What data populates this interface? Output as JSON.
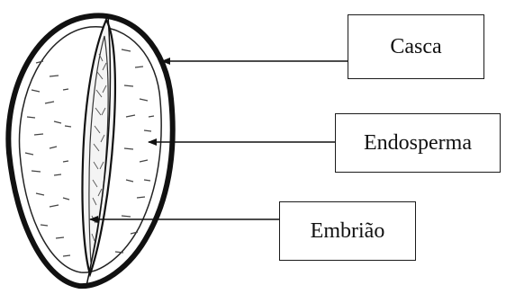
{
  "labels": {
    "casca": "Casca",
    "endosperma": "Endosperma",
    "embriao": "Embrião"
  },
  "colors": {
    "ink": "#111111",
    "background": "#ffffff"
  }
}
